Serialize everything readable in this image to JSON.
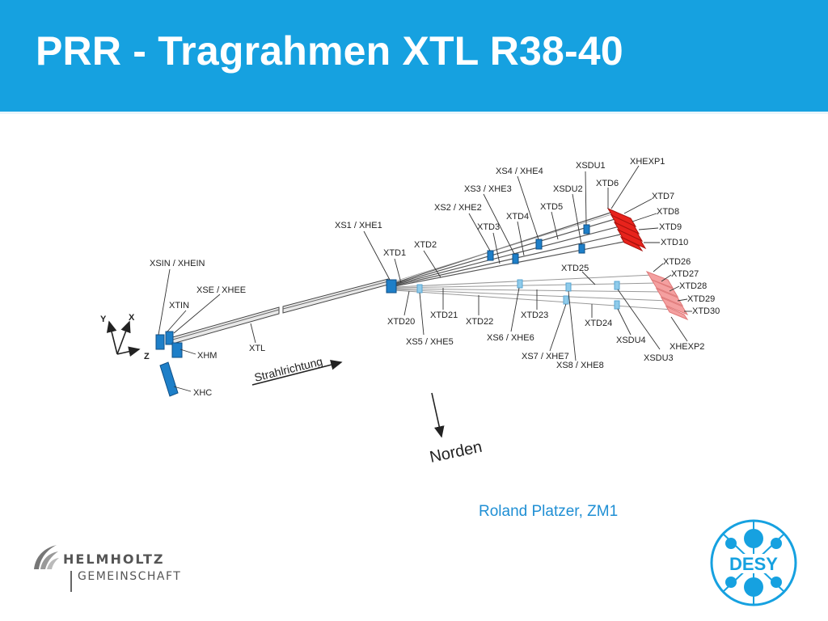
{
  "title": "PRR - Tragrahmen XTL R38-40",
  "author": "Roland Platzer, ZM1",
  "helmholtz": {
    "line1": "HELMHOLTZ",
    "line2": "GEMEINSCHAFT"
  },
  "desy": {
    "text": "DESY"
  },
  "axes": {
    "y": "Y",
    "x": "X",
    "z": "Z"
  },
  "beam_direction": "Strahlrichtung",
  "north": "Norden",
  "labels": {
    "xsin": "XSIN / XHEIN",
    "xse": "XSE / XHEE",
    "xtin": "XTIN",
    "xhm": "XHM",
    "xhc": "XHC",
    "xtl": "XTL",
    "xs1": "XS1 / XHE1",
    "xtd1": "XTD1",
    "xtd2": "XTD2",
    "xs2": "XS2 / XHE2",
    "xs3": "XS3 / XHE3",
    "xs4": "XS4 / XHE4",
    "xtd3": "XTD3",
    "xtd4": "XTD4",
    "xtd5": "XTD5",
    "xsdu2": "XSDU2",
    "xsdu1": "XSDU1",
    "xtd6": "XTD6",
    "xhexp1": "XHEXP1",
    "xtd7": "XTD7",
    "xtd8": "XTD8",
    "xtd9": "XTD9",
    "xtd10": "XTD10",
    "xtd25": "XTD25",
    "xtd26": "XTD26",
    "xtd27": "XTD27",
    "xtd28": "XTD28",
    "xtd29": "XTD29",
    "xtd30": "XTD30",
    "xtd20": "XTD20",
    "xtd21": "XTD21",
    "xtd22": "XTD22",
    "xtd23": "XTD23",
    "xtd24": "XTD24",
    "xs5": "XS5 / XHE5",
    "xs6": "XS6 / XHE6",
    "xs7": "XS7 / XHE7",
    "xs8": "XS8 / XHE8",
    "xsdu4": "XSDU4",
    "xsdu3": "XSDU3",
    "xhexp2": "XHEXP2"
  },
  "colors": {
    "header": "#16a1e0",
    "component": "#1e7fc8",
    "component_light": "#8fcbea",
    "dump_red": "#e8231c",
    "dump_pink": "#f4a0a0",
    "author": "#1f8fd4"
  }
}
